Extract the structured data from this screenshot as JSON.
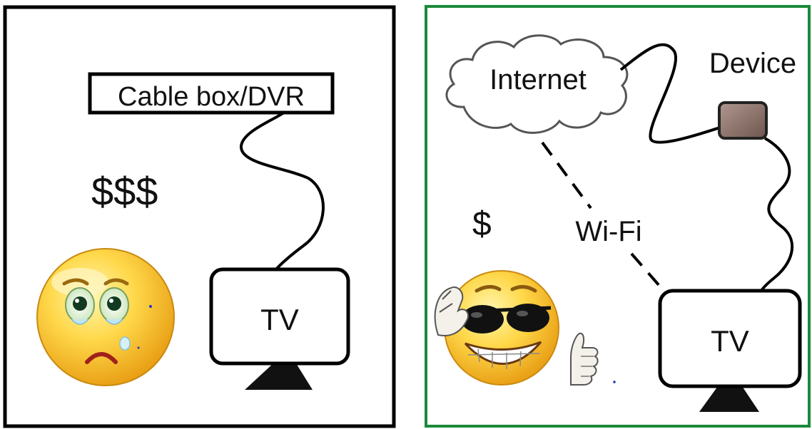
{
  "left_panel": {
    "cable_box_label": "Cable box/DVR",
    "cost_label": "$$$",
    "tv_label": "TV",
    "frame_color": "#000000",
    "emoji": "crying-face"
  },
  "right_panel": {
    "internet_label": "Internet",
    "device_label": "Device",
    "wifi_label": "Wi-Fi",
    "cost_label": "$",
    "tv_label": "TV",
    "frame_color": "#1a8a3a",
    "device_color": "#8a7068",
    "emoji": "cool-face-thumbs-up"
  }
}
